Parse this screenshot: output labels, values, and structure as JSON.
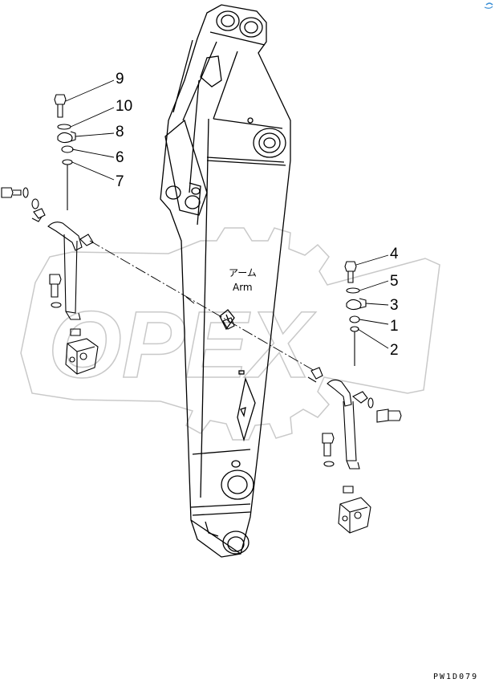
{
  "watermark": {
    "text": "OPEX"
  },
  "arm_label": {
    "japanese": "アーム",
    "english": "Arm"
  },
  "figure_code": "PW1D079",
  "callouts": [
    "9",
    "10",
    "8",
    "6",
    "7",
    "4",
    "5",
    "3",
    "1",
    "2"
  ],
  "colors": {
    "line": "#000000",
    "watermark": "#c9c9c9",
    "logo_mark": "#3a8fd6"
  }
}
